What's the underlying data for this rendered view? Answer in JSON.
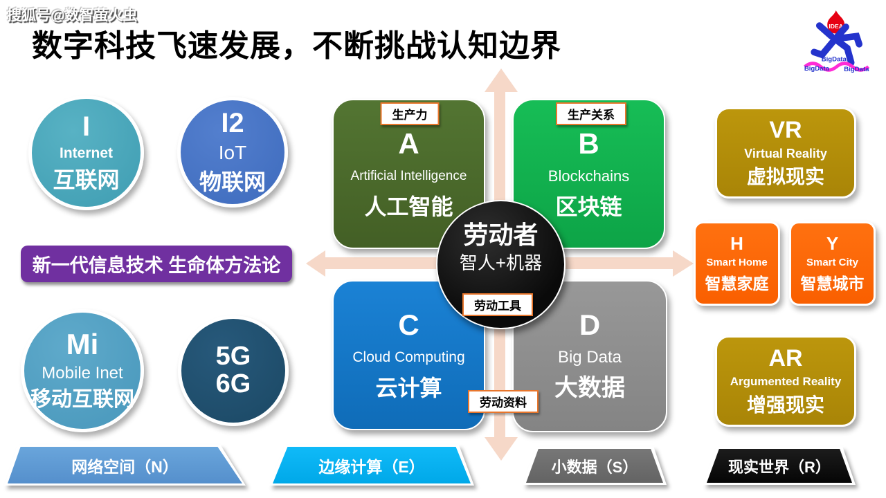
{
  "watermark": "搜狐号@数智萤火虫",
  "title": "数字科技飞速发展，不断挑战认知边界",
  "logo": {
    "idea": "IDEA",
    "bigdata_top": "BigData",
    "bigdata_left": "BigData",
    "bigdata_right": "BigData"
  },
  "circles": {
    "internet": {
      "abbr": "I",
      "en": "Internet",
      "zh": "互联网"
    },
    "iot": {
      "abbr": "I2",
      "en": "IoT",
      "zh": "物联网"
    },
    "mobile": {
      "abbr": "Mi",
      "en": "Mobile Inet",
      "zh": "移动互联网"
    },
    "g5g6": {
      "line1": "5G",
      "line2": "6G"
    }
  },
  "banner": "新一代信息技术 生命体方法论",
  "quadrants": {
    "a": {
      "tag": "生产力",
      "letter": "A",
      "en": "Artificial Intelligence",
      "zh": "人工智能"
    },
    "b": {
      "tag": "生产关系",
      "letter": "B",
      "en": "Blockchains",
      "zh": "区块链"
    },
    "c": {
      "letter": "C",
      "en": "Cloud Computing",
      "zh": "云计算"
    },
    "d": {
      "letter": "D",
      "en": "Big Data",
      "zh": "大数据"
    }
  },
  "center": {
    "title": "劳动者",
    "subtitle": "智人+机器",
    "tool_tag": "劳动工具",
    "material_tag": "劳动资料"
  },
  "right_boxes": {
    "vr": {
      "abbr": "VR",
      "en": "Virtual Reality",
      "zh": "虚拟现实"
    },
    "home": {
      "abbr": "H",
      "en": "Smart Home",
      "zh": "智慧家庭"
    },
    "city": {
      "abbr": "Y",
      "en": "Smart City",
      "zh": "智慧城市"
    },
    "ar": {
      "abbr": "AR",
      "en": "Argumented Reality",
      "zh": "增强现实"
    }
  },
  "footer": {
    "n": "网络空间（N）",
    "e": "边缘计算（E）",
    "s": "小数据（S）",
    "r": "现实世界（R）"
  },
  "colors": {
    "circle_internet": "#43A2B6",
    "circle_iot": "#4472C4",
    "circle_mobile": "#4E9DBF",
    "circle_5g6g": "#1F4E6B",
    "banner_purple": "#7030A0",
    "quad_a_green": "#4A6A29",
    "quad_b_green": "#10AF4D",
    "quad_c_blue": "#1276C8",
    "quad_d_gray": "#8E8E8E",
    "gold": "#B18C0B",
    "orange": "#FF6600",
    "footer_n_blue": "#5B9BD5",
    "footer_e_cyan": "#00B0F0",
    "footer_s_gray": "#6E6E6E",
    "footer_r_black": "#0D0D0D",
    "arrow_peach": "#F6D8C8",
    "tag_border_orange": "#E8762C"
  }
}
